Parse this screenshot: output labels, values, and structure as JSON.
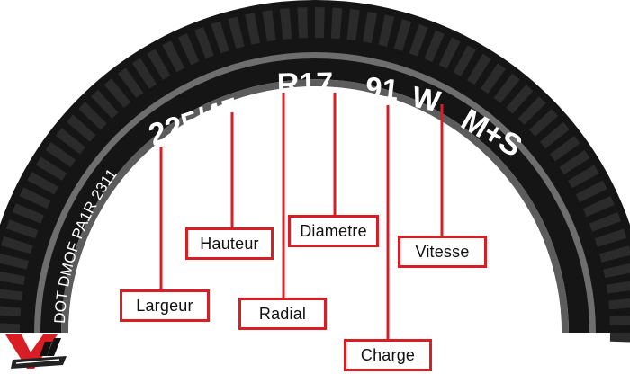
{
  "sidewall": {
    "size": "225/45",
    "construction": "R17",
    "load_index": "91",
    "speed_rating": "W",
    "season_mark": "M+S",
    "dot_code": "DOT DMOF PA1R 2311"
  },
  "labels": {
    "largeur": "Largeur",
    "hauteur": "Hauteur",
    "radial": "Radial",
    "diametre": "Diametre",
    "charge": "Charge",
    "vitesse": "Vitesse"
  },
  "colors": {
    "tire": "#151515",
    "tread_block": "#2b2b2b",
    "sidewall_band": "#6e6e6e",
    "callout": "#d81e24",
    "text": "#ffffff"
  },
  "logo": {
    "icon": "brand-logo-icon"
  }
}
